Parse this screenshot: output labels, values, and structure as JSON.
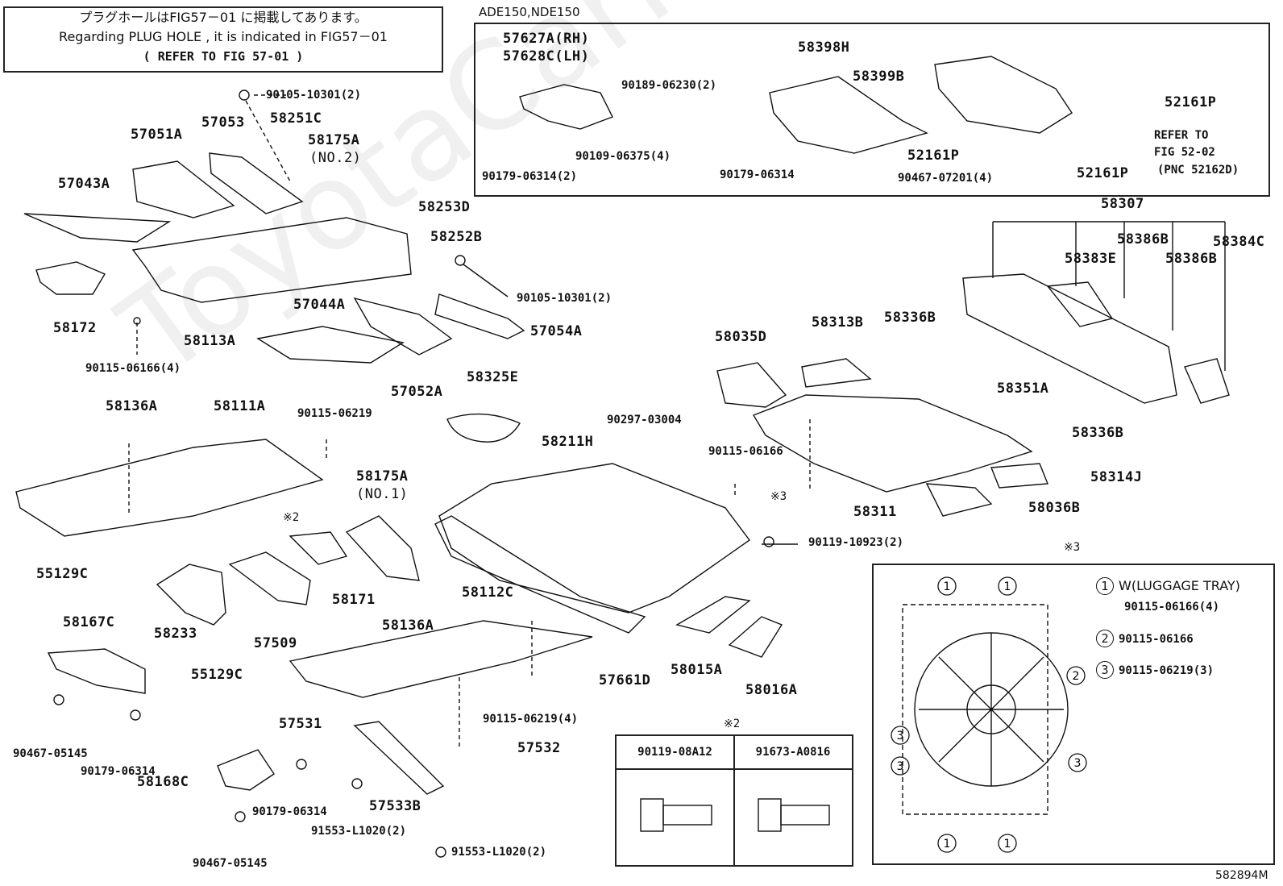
{
  "note": {
    "line1": "プラグホールはFIG57－01 に掲載してあります。",
    "line2": "Regarding PLUG HOLE , it is indicated in FIG57－01",
    "line3": "(      REFER TO FIG 57-01          )"
  },
  "inset_top": {
    "title": "ADE150,NDE150",
    "labels": [
      "57627A(RH)",
      "57628C(LH)",
      "90189-06230(2)",
      "58398H",
      "58399B",
      "52161P",
      "REFER TO",
      "FIG 52-02",
      "(PNC 52162D)",
      "52161P",
      "52161P",
      "90109-06375(4)",
      "90179-06314(2)",
      "90179-06314",
      "90467-07201(4)"
    ]
  },
  "parts": [
    "90105-10301(2)",
    "57053",
    "58251C",
    "57051A",
    "58175A",
    "(NO.2)",
    "57043A",
    "58253D",
    "58252B",
    "90105-10301(2)",
    "58172",
    "58113A",
    "57044A",
    "57054A",
    "90115-06166(4)",
    "57052A",
    "58136A",
    "58111A",
    "90115-06219",
    "55129C",
    "58175A",
    "(NO.1)",
    "※2",
    "58171",
    "58233",
    "57509",
    "58167C",
    "58136A",
    "58112C",
    "55129C",
    "90467-05145",
    "90179-06314",
    "57531",
    "57532",
    "58168C",
    "90179-06314",
    "57533B",
    "90467-05145",
    "91553-L1020(2)",
    "91553-L1020(2)",
    "90115-06219(4)",
    "58325E",
    "58211H",
    "90297-03004",
    "90115-06166",
    "57661D",
    "58015A",
    "58016A",
    "90119-10923(2)",
    "58035D",
    "58313B",
    "58336B",
    "58351A",
    "58336B",
    "58314J",
    "58311",
    "58036B",
    "※3",
    "58307",
    "58386B",
    "58384C",
    "58383E",
    "58386B"
  ],
  "legend3": {
    "mark": "※3",
    "item1_num": "1",
    "item1_text": "W(LUGGAGE TRAY)",
    "item1_part": "90115-06166(4)",
    "item2_num": "2",
    "item2_part": "90115-06166",
    "item3_num": "3",
    "item3_part": "90115-06219(3)"
  },
  "table2": {
    "mark": "※2",
    "col1": "90119-08A12",
    "col2": "91673-A0816"
  },
  "watermark": "ToyotaCarMiner.ru",
  "figure_id": "582894M"
}
